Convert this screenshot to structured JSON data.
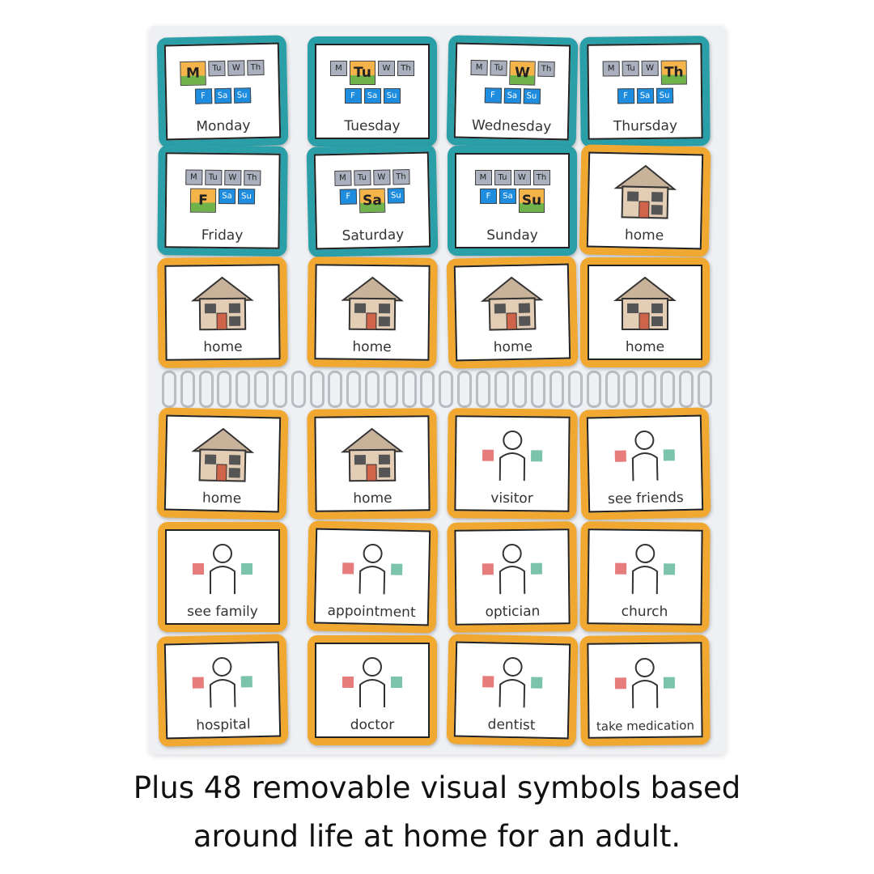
{
  "colors": {
    "day_border": "#2a9fa8",
    "activity_border": "#f0a830"
  },
  "day_letters": [
    [
      "M",
      "Tu",
      "W",
      "Th"
    ],
    [
      "F",
      "Sa",
      "Su"
    ]
  ],
  "cards": [
    {
      "label": "Monday",
      "type": "day",
      "selected": "M",
      "icon": "calendar-days-icon"
    },
    {
      "label": "Tuesday",
      "type": "day",
      "selected": "Tu",
      "icon": "calendar-days-icon"
    },
    {
      "label": "Wednesday",
      "type": "day",
      "selected": "W",
      "icon": "calendar-days-icon"
    },
    {
      "label": "Thursday",
      "type": "day",
      "selected": "Th",
      "icon": "calendar-days-icon"
    },
    {
      "label": "Friday",
      "type": "day",
      "selected": "F",
      "icon": "calendar-days-icon"
    },
    {
      "label": "Saturday",
      "type": "day",
      "selected": "Sa",
      "icon": "calendar-days-icon"
    },
    {
      "label": "Sunday",
      "type": "day",
      "selected": "Su",
      "icon": "calendar-days-icon"
    },
    {
      "label": "home",
      "type": "activity",
      "icon": "house-icon"
    },
    {
      "label": "home",
      "type": "activity",
      "icon": "house-icon"
    },
    {
      "label": "home",
      "type": "activity",
      "icon": "house-icon"
    },
    {
      "label": "home",
      "type": "activity",
      "icon": "house-icon"
    },
    {
      "label": "home",
      "type": "activity",
      "icon": "house-icon"
    },
    {
      "label": "home",
      "type": "activity",
      "icon": "house-icon"
    },
    {
      "label": "home",
      "type": "activity",
      "icon": "house-icon"
    },
    {
      "label": "visitor",
      "type": "activity",
      "icon": "door-visitor-icon"
    },
    {
      "label": "see friends",
      "type": "activity",
      "icon": "friends-icon"
    },
    {
      "label": "see family",
      "type": "activity",
      "icon": "family-icon"
    },
    {
      "label": "appointment",
      "type": "activity",
      "icon": "calendar-clock-icon"
    },
    {
      "label": "optician",
      "type": "activity",
      "icon": "eye-chart-icon"
    },
    {
      "label": "church",
      "type": "activity",
      "icon": "church-icon"
    },
    {
      "label": "hospital",
      "type": "activity",
      "icon": "hospital-icon"
    },
    {
      "label": "doctor",
      "type": "activity",
      "icon": "doctor-icon"
    },
    {
      "label": "dentist",
      "type": "activity",
      "icon": "dentist-chair-icon"
    },
    {
      "label": "take medication",
      "type": "activity",
      "icon": "medication-icon"
    }
  ],
  "caption": {
    "line1": "Plus 48 removable visual symbols based",
    "line2": "around life at home for an adult."
  }
}
